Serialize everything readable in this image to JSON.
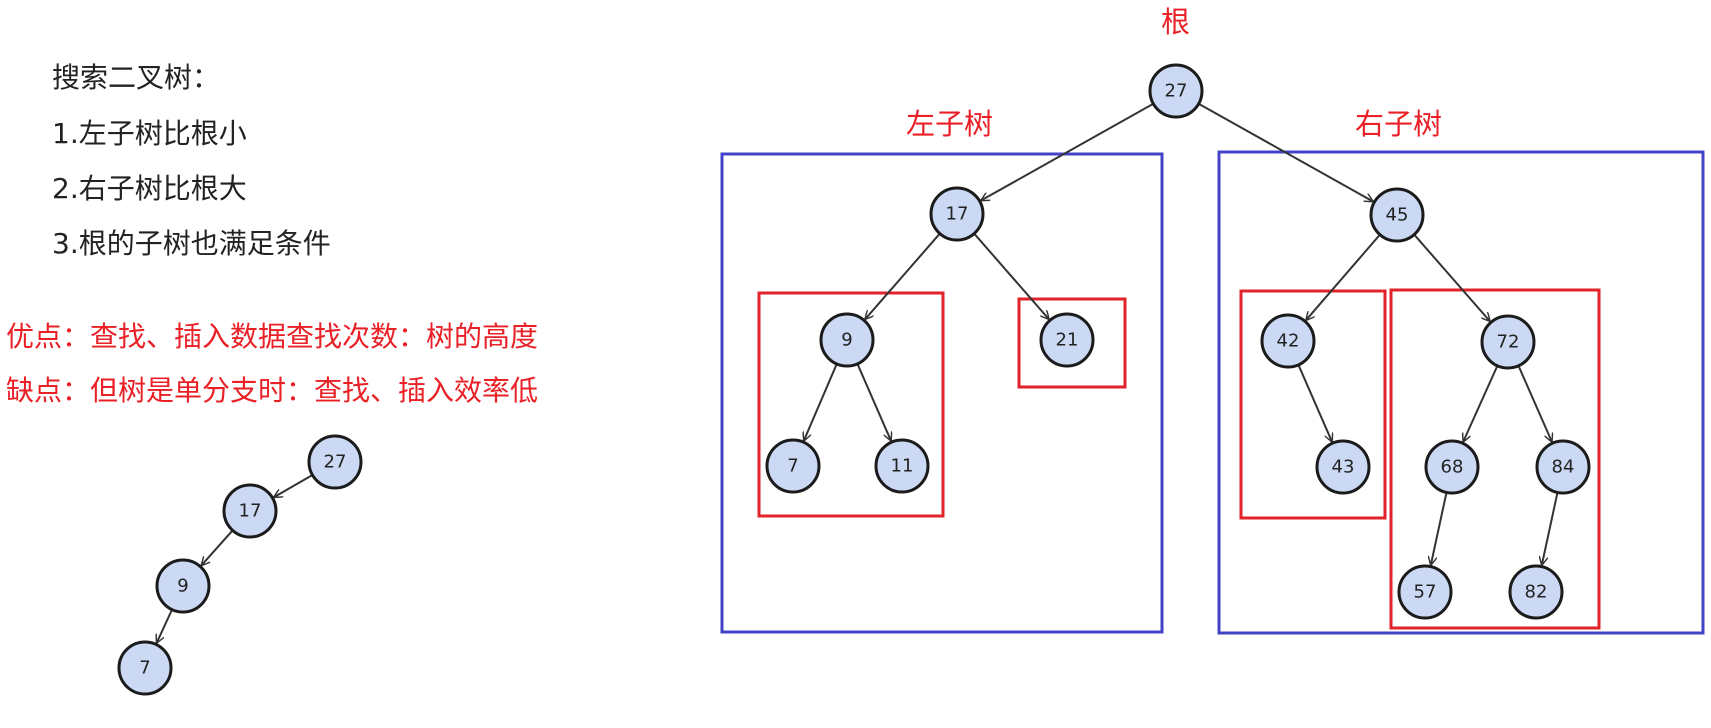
{
  "definition": {
    "title": "搜索二叉树：",
    "rules": [
      "1.左子树比根小",
      "2.右子树比根大",
      "3.根的子树也满足条件"
    ]
  },
  "notes": {
    "pros": "优点：查找、插入数据查找次数：树的高度",
    "cons": "缺点：但树是单分支时：查找、插入效率低"
  },
  "labels": {
    "root": "根",
    "left_subtree": "左子树",
    "right_subtree": "右子树"
  },
  "colors": {
    "annotation_red": "#ea2027",
    "box_blue": "#4343c8",
    "box_red": "#e2232b",
    "node_fill": "#cbd9f5",
    "node_stroke": "#1b1b1b"
  },
  "main_tree": {
    "nodes": [
      {
        "id": "n27",
        "value": "27"
      },
      {
        "id": "n17",
        "value": "17"
      },
      {
        "id": "n45",
        "value": "45"
      },
      {
        "id": "n9",
        "value": "9"
      },
      {
        "id": "n21",
        "value": "21"
      },
      {
        "id": "n42",
        "value": "42"
      },
      {
        "id": "n72",
        "value": "72"
      },
      {
        "id": "n7",
        "value": "7"
      },
      {
        "id": "n11",
        "value": "11"
      },
      {
        "id": "n43",
        "value": "43"
      },
      {
        "id": "n68",
        "value": "68"
      },
      {
        "id": "n84",
        "value": "84"
      },
      {
        "id": "n57",
        "value": "57"
      },
      {
        "id": "n82",
        "value": "82"
      }
    ],
    "edges": [
      [
        "n27",
        "n17"
      ],
      [
        "n27",
        "n45"
      ],
      [
        "n17",
        "n9"
      ],
      [
        "n17",
        "n21"
      ],
      [
        "n9",
        "n7"
      ],
      [
        "n9",
        "n11"
      ],
      [
        "n45",
        "n42"
      ],
      [
        "n45",
        "n72"
      ],
      [
        "n42",
        "n43"
      ],
      [
        "n72",
        "n68"
      ],
      [
        "n72",
        "n84"
      ],
      [
        "n68",
        "n57"
      ],
      [
        "n84",
        "n82"
      ]
    ]
  },
  "degenerate_tree": {
    "nodes": [
      {
        "id": "d27",
        "value": "27"
      },
      {
        "id": "d17",
        "value": "17"
      },
      {
        "id": "d9",
        "value": "9"
      },
      {
        "id": "d7",
        "value": "7"
      }
    ],
    "edges": [
      [
        "d27",
        "d17"
      ],
      [
        "d17",
        "d9"
      ],
      [
        "d9",
        "d7"
      ]
    ]
  }
}
